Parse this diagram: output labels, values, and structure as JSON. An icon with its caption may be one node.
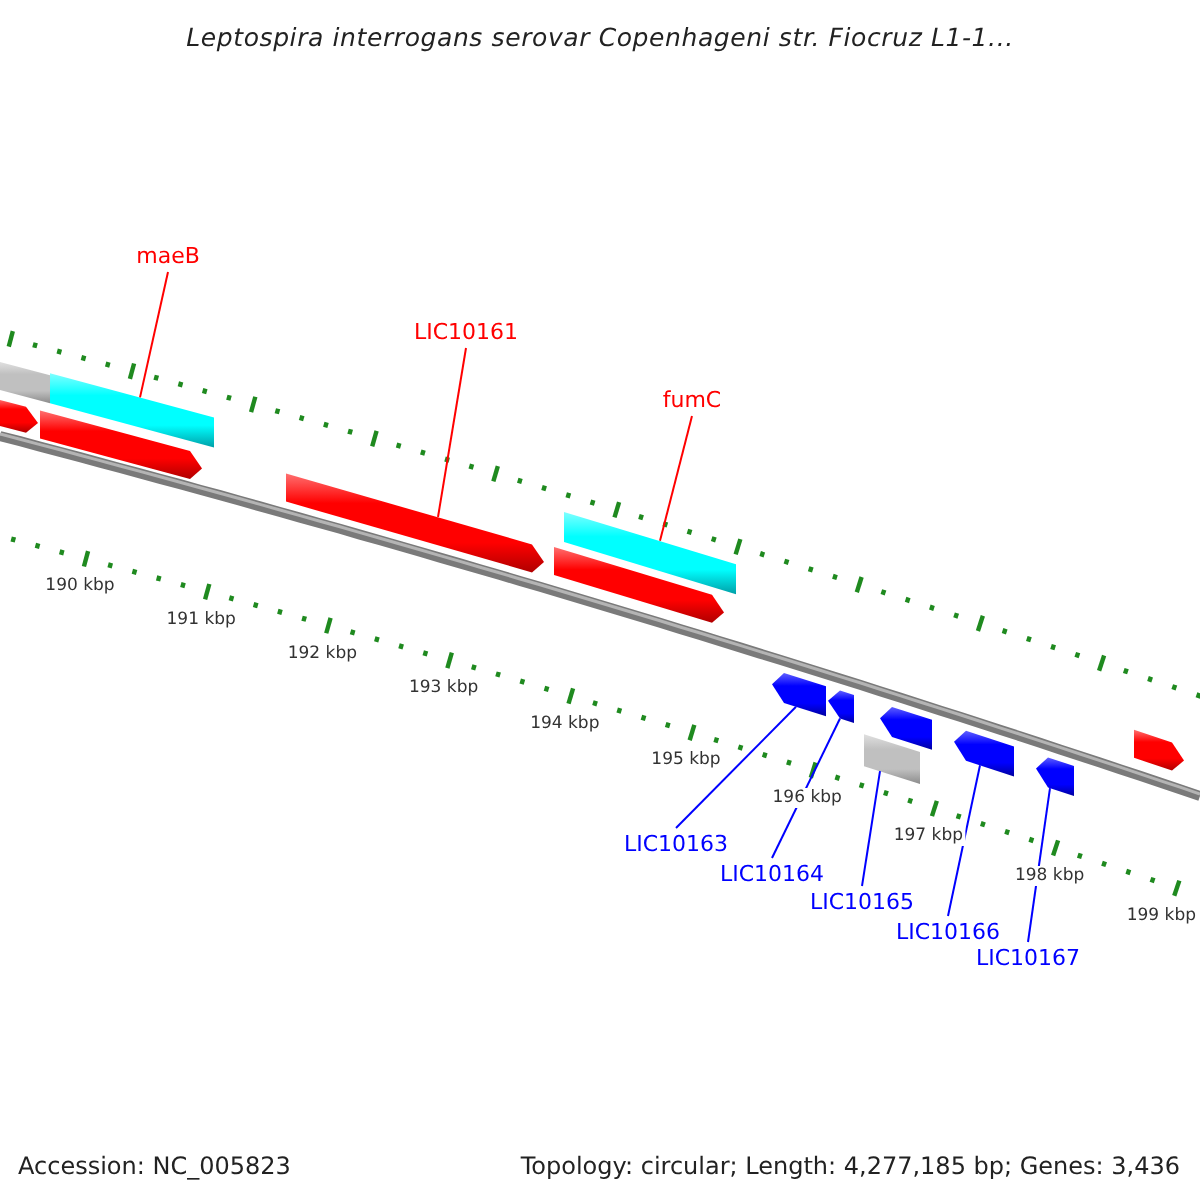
{
  "diagram": {
    "title": "Leptospira interrogans serovar Copenhageni str. Fiocruz L1-1...",
    "nodes": [
      {
        "text": [
          "maeB"
        ]
      },
      {
        "text": [
          "LIC10161"
        ]
      },
      {
        "text": [
          "fumC"
        ]
      },
      {
        "text": [
          "LIC10163"
        ]
      },
      {
        "text": [
          "LIC10164"
        ]
      },
      {
        "text": [
          "LIC10165"
        ]
      },
      {
        "text": [
          "LIC10166"
        ]
      },
      {
        "text": [
          "LIC10167"
        ]
      },
      {
        "text": [],
        "shape": "bar"
      },
      {
        "text": [],
        "shape": "arrow"
      },
      {
        "text": [],
        "shape": "bar"
      },
      {
        "text": [],
        "shape": "arrow"
      },
      {
        "text": [],
        "shape": "arrow"
      },
      {
        "text": [],
        "shape": "bar"
      },
      {
        "text": [],
        "shape": "arrow"
      },
      {
        "text": [],
        "shape": "arrow"
      },
      {
        "text": [],
        "shape": "arrow"
      },
      {
        "text": [],
        "shape": "bar"
      },
      {
        "text": [],
        "shape": "arrow"
      },
      {
        "text": [],
        "shape": "arrow"
      },
      {
        "text": [],
        "shape": "arrow"
      },
      {
        "text": [],
        "shape": "arrow"
      }
    ],
    "edges": [
      {
        "from": 0,
        "to": 10,
        "arrow": "none",
        "color": "#ff0000"
      },
      {
        "from": 1,
        "to": 12,
        "arrow": "none",
        "color": "#ff0000"
      },
      {
        "from": 2,
        "to": 13,
        "arrow": "none",
        "color": "#ff0000"
      },
      {
        "from": 3,
        "to": 15,
        "arrow": "none"
      },
      {
        "from": 4,
        "to": 16,
        "arrow": "none"
      },
      {
        "from": 5,
        "to": 17,
        "arrow": "none"
      },
      {
        "from": 6,
        "to": 19,
        "arrow": "none"
      },
      {
        "from": 7,
        "to": 20,
        "arrow": "none"
      }
    ],
    "labels": [
      "190 kbp",
      "191 kbp",
      "192 kbp",
      "193 kbp",
      "194 kbp",
      "195 kbp",
      "196 kbp",
      "197 kbp",
      "198 kbp",
      "199 kbp",
      "Accession: NC_005823",
      "Topology: circular; Length: 4,277,185 bp; Genes: 3,436"
    ]
  }
}
